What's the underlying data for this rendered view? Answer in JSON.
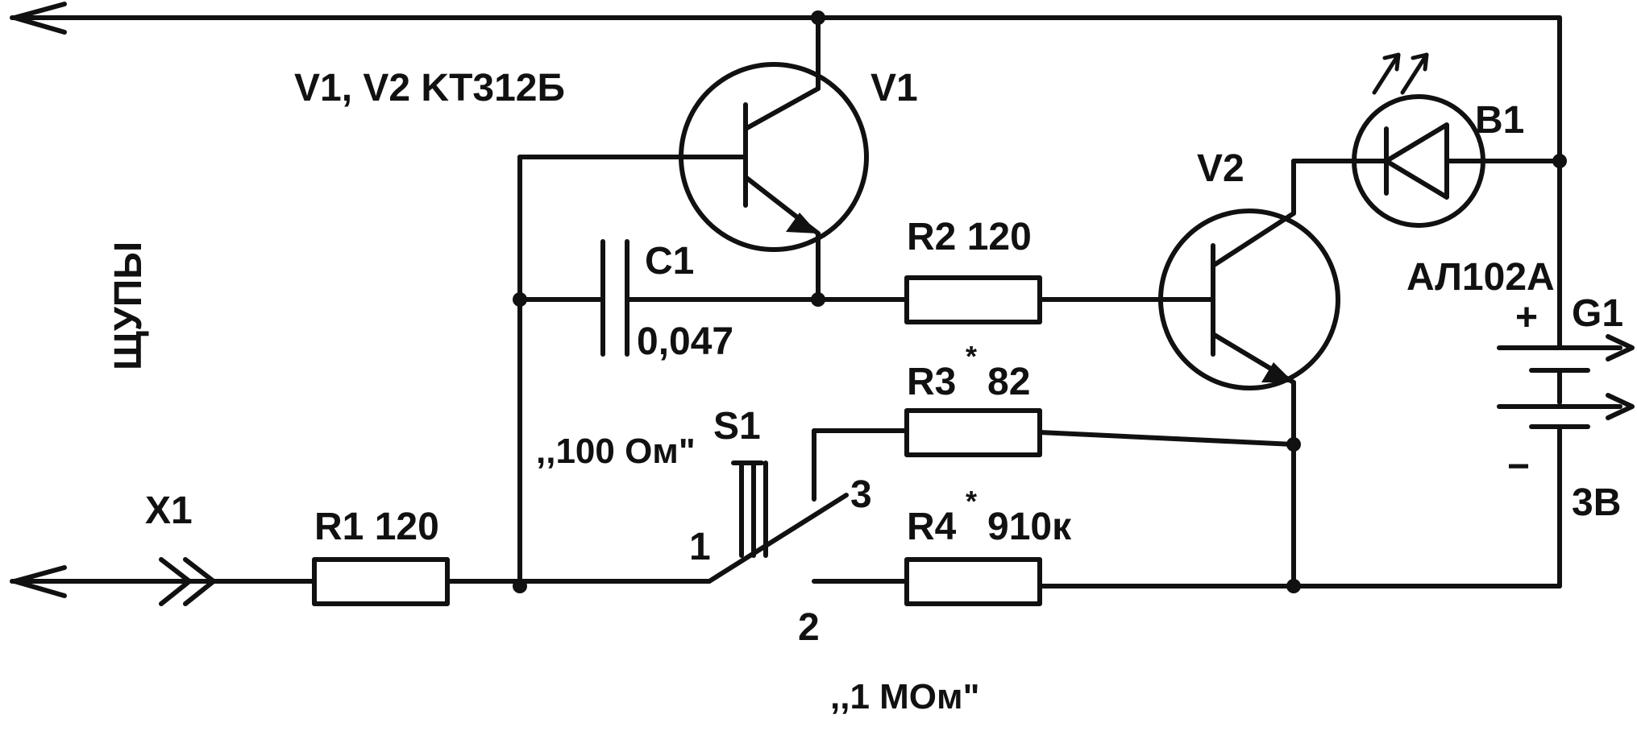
{
  "labels": {
    "transistor_type": "V1, V2 KT312Б",
    "v1": "V1",
    "v2": "V2",
    "b1": "B1",
    "led_type": "АЛ102А",
    "probes": "ЩУПЫ",
    "c1": "C1",
    "c1_value": "0,047",
    "r2": "R2  120",
    "r3": "R3",
    "r3_value": "82",
    "r4": "R4",
    "r4_value": "910к",
    "r1": "R1  120",
    "x1": "X1",
    "g1": "G1",
    "plus": "+",
    "minus": "−",
    "voltage": "3В",
    "range_100": ",,100 Ом\"",
    "range_1m": ",,1 МОм\"",
    "switch": "S1",
    "pos1": "1",
    "pos2": "2",
    "pos3": "3",
    "asterisk": "*"
  }
}
